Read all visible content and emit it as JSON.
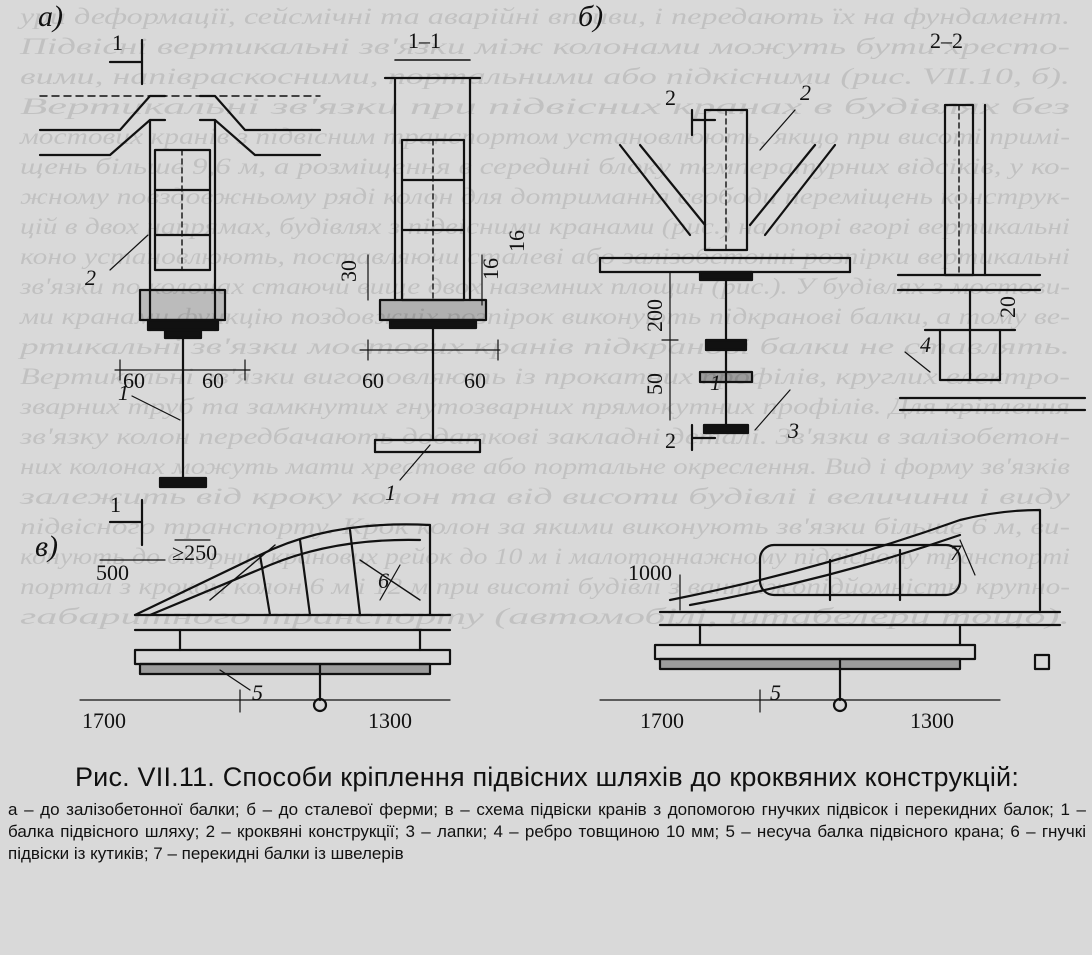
{
  "figure": {
    "panel_labels": {
      "a": "а)",
      "b": "б)",
      "v": "в)"
    },
    "section_labels": {
      "s1": "1–1",
      "s2": "2–2"
    },
    "callouts": {
      "n1": "1",
      "n2": "2",
      "n3": "3",
      "n4": "4",
      "n5": "5",
      "n6": "6",
      "n7": "7"
    },
    "dims": {
      "d60": "60",
      "d30": "30",
      "d16": "16",
      "d200": "200",
      "d50": "50",
      "d20": "20",
      "d500": "500",
      "d250": "≥250",
      "d1000": "1000",
      "d1700": "1700",
      "d1300": "1300"
    },
    "bleed_through": [
      "ури деформації, сейсмічні та аварійні впливи, і передають їх на фундамент.",
      "Підвісні вертикальні зв'язки між колонами можуть бути хресто-",
      "вими, напівраскосними, портальними або підкісними (рис. VII.10, б).",
      "Вертикальні зв'язки при підвісних кранах в будівлях без",
      "мостових кранів з підвісним транспортом установлюють, якщо при висоті примі-",
      "щень більше 9,6 м, а розміщення в середині блоку температурних відсіків, у ко-",
      "жному повздовжньому ряді колон для дотримання свободи переміщень конструк-",
      "цій в двох напрямах, будівлях з підвісними кранами (рис.) на опорі вгорі вертикальні",
      "коно установлюють, поставляючи сталеві або залізобетонні розпірки вертикальні",
      "зв'язки по колонах стаючи вище двох наземних площин (рис.). У будівлях з мостови-",
      "ми кранами функцію поздовжніх розпірок виконують підкранові балки, а тому ве-",
      "ртикальні зв'язки мостових кранів підкранові балки не ставлять.",
      "Вертикальні зв'язки виготовляють із прокатних профілів, круглих електро-",
      "зварних труб та замкнутих гнутозварних прямокутних профілів. Для кріплення",
      "зв'язку колон передбачають додаткові закладні деталі. Зв'язки в залізобетон-",
      "них колонах можуть мати хрестове або портальне окреслення. Вид і форму зв'язків",
      "залежить від кроку колон та від висоти будівлі і величини і виду",
      "підвісного транспорту. Крок колон за якими виконують зв'язки більше 6 м, ви-",
      "конують до опорних кранових рейок до 10 м і малотоннажному підвісному транспорті",
      "портал з кроком колон 6 м і 12 м при висоті будівлі з вантажопідйомністю крупно-",
      "габаритного транспорту (автомобілі, штабелери тощо)."
    ]
  },
  "caption": {
    "title": "Рис. VII.11. Способи кріплення підвісних шляхів до кроквяних конструкцій:",
    "legend": "а – до залізобетонної балки; б – до сталевої ферми; в – схема підвіски кранів з допомогою гнучких підвісок і перекидних балок; 1 – балка підвісного шляху; 2 – кроквяні конструкції; 3 – лапки; 4 – ребро товщиною 10 мм; 5 – несуча балка підвісного крана; 6 – гнучкі підвіски із кутиків; 7 – перекидні балки із швелерів"
  }
}
